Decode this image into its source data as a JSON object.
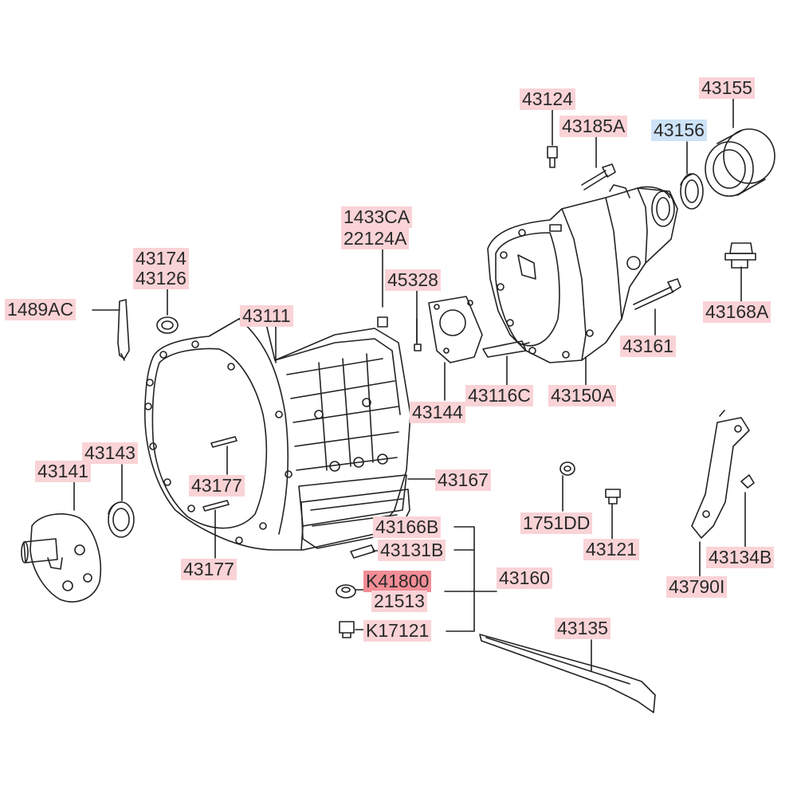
{
  "colors": {
    "label_background": "#f9d3d6",
    "selected_label_background": "#cde3f7",
    "highlight_label_background": "#f28d96",
    "line": "#222222"
  },
  "labels": {
    "p43124": "43124",
    "p43185A": "43185A",
    "p43156": "43156",
    "p43155": "43155",
    "p1433CA": "1433CA",
    "p22124A": "22124A",
    "p43174": "43174",
    "p43126": "43126",
    "p45328": "45328",
    "p1489AC": "1489AC",
    "p43111": "43111",
    "p43168A": "43168A",
    "p43161": "43161",
    "p43144": "43144",
    "p43116C": "43116C",
    "p43150A": "43150A",
    "p43143": "43143",
    "p43141": "43141",
    "p43177a": "43177",
    "p43167": "43167",
    "p43177b": "43177",
    "p43166B": "43166B",
    "p43131B": "43131B",
    "p1751DD": "1751DD",
    "p43121": "43121",
    "p43134B": "43134B",
    "pK41800": "K41800",
    "p21513": "21513",
    "p43160": "43160",
    "p43790I": "43790I",
    "pK17121": "K17121",
    "p43135": "43135"
  }
}
